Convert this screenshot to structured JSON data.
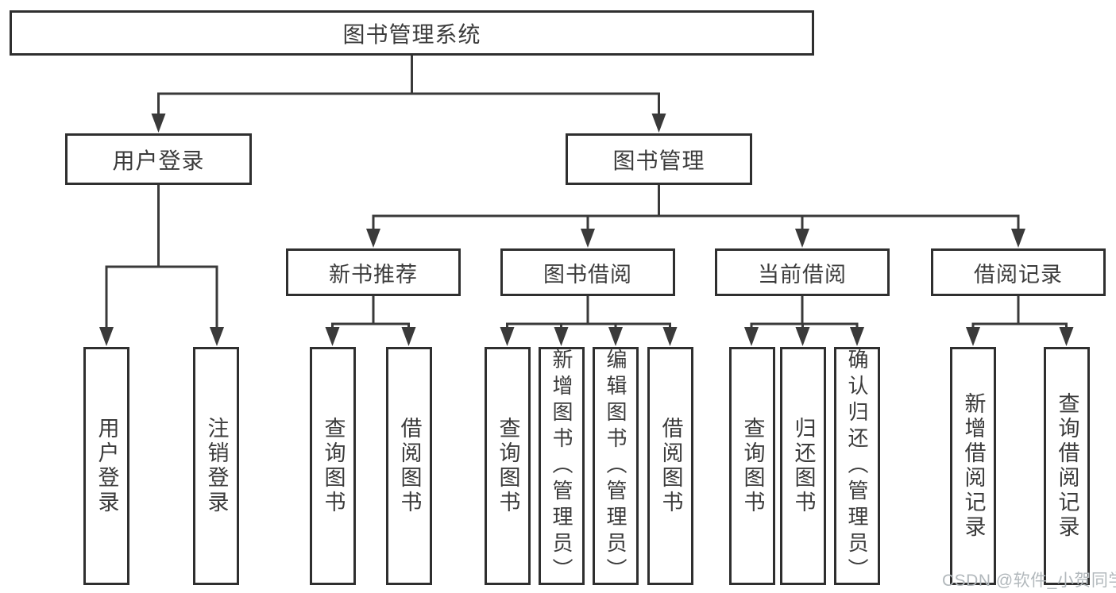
{
  "tree": {
    "label": "图书管理系统",
    "children": [
      {
        "label": "用户登录",
        "children": [
          {
            "label": "用户登录"
          },
          {
            "label": "注销登录"
          }
        ]
      },
      {
        "label": "图书管理",
        "children": [
          {
            "label": "新书推荐",
            "children": [
              {
                "label": "查询图书"
              },
              {
                "label": "借阅图书"
              }
            ]
          },
          {
            "label": "图书借阅",
            "children": [
              {
                "label": "查询图书"
              },
              {
                "label": "新增图书（管理员）"
              },
              {
                "label": "编辑图书（管理员）"
              },
              {
                "label": "借阅图书"
              }
            ]
          },
          {
            "label": "当前借阅",
            "children": [
              {
                "label": "查询图书"
              },
              {
                "label": "归还图书"
              },
              {
                "label": "确认归还（管理员）"
              }
            ]
          },
          {
            "label": "借阅记录",
            "children": [
              {
                "label": "新增借阅记录"
              },
              {
                "label": "查询借阅记录"
              }
            ]
          }
        ]
      }
    ]
  },
  "watermark": {
    "text": "CSDN @软件_小贺同学"
  },
  "colors": {
    "line": "#3a3a3a",
    "box_border": "#2f2f2f",
    "text": "#3b3b3b",
    "watermark": "#b2b8bc"
  }
}
